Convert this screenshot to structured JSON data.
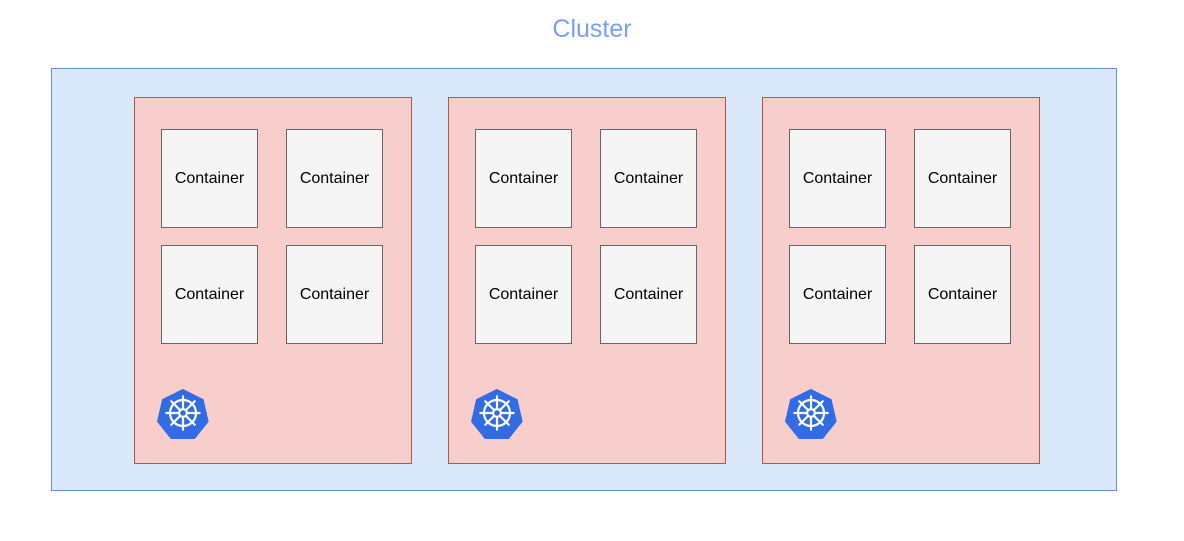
{
  "diagram": {
    "title": "Cluster",
    "title_color": "#7a9ef0",
    "type": "kubernetes-cluster-architecture",
    "cluster": {
      "label": "Cluster",
      "fill_color": "#dae8fc",
      "border_color": "#6c8ebf"
    },
    "pod_style": {
      "fill_color": "#f8cecc",
      "border_color": "#b85450"
    },
    "container_style": {
      "fill_color": "#f5f5f5",
      "border_color": "#666666",
      "text_color": "#000000"
    },
    "logo": {
      "name": "kubernetes-logo",
      "fill_color": "#326ce5",
      "mark_color": "#ffffff"
    },
    "pods": [
      {
        "id": "pod-1",
        "logo_label": "kubernetes-logo",
        "containers": [
          {
            "label": "Container"
          },
          {
            "label": "Container"
          },
          {
            "label": "Container"
          },
          {
            "label": "Container"
          }
        ]
      },
      {
        "id": "pod-2",
        "logo_label": "kubernetes-logo",
        "containers": [
          {
            "label": "Container"
          },
          {
            "label": "Container"
          },
          {
            "label": "Container"
          },
          {
            "label": "Container"
          }
        ]
      },
      {
        "id": "pod-3",
        "logo_label": "kubernetes-logo",
        "containers": [
          {
            "label": "Container"
          },
          {
            "label": "Container"
          },
          {
            "label": "Container"
          },
          {
            "label": "Container"
          }
        ]
      }
    ]
  }
}
